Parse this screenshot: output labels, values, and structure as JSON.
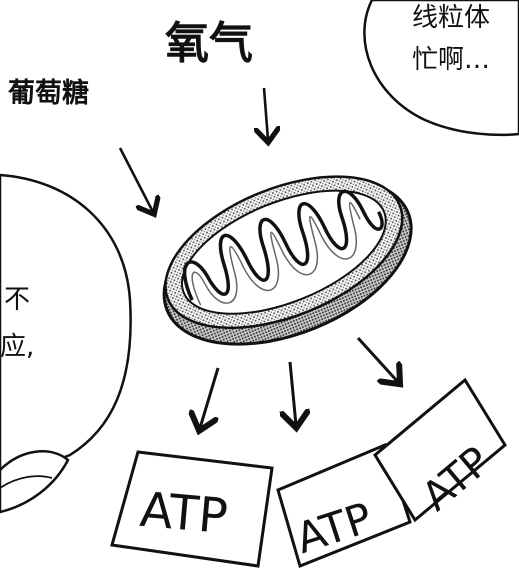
{
  "labels": {
    "oxygen": "氧气",
    "glucose": "葡萄糖"
  },
  "speech_bubbles": [
    {
      "lines": [
        "线粒体",
        "忙啊…"
      ]
    },
    {
      "lines": [
        "不",
        "应,"
      ]
    }
  ],
  "atp_cards": [
    {
      "label": "ATP"
    },
    {
      "label": "ATP"
    },
    {
      "label": "ATP"
    }
  ],
  "colors": {
    "ink": "#111111",
    "paper": "#ffffff",
    "shade": "#9a9a9a"
  }
}
